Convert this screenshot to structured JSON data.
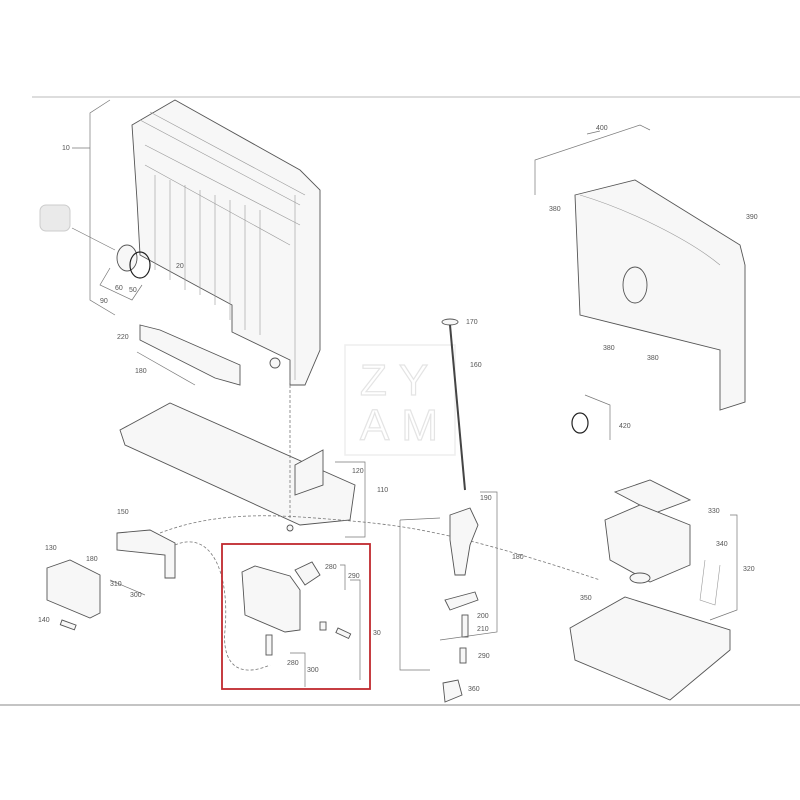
{
  "watermark": {
    "line1": "ZY",
    "line2": "AM"
  },
  "highlight_color": "#c0282d",
  "labels": {
    "l10": "10",
    "l20": "20",
    "l50": "50",
    "l60": "60",
    "l90": "90",
    "l220": "220",
    "l180a": "180",
    "l170": "170",
    "l160": "160",
    "l120": "120",
    "l110": "110",
    "l190": "190",
    "l180b": "180",
    "l150": "150",
    "l130": "130",
    "l180c": "180",
    "l310": "310",
    "l300a": "300",
    "l140": "140",
    "l280a": "280",
    "l290a": "290",
    "l30": "30",
    "l280b": "280",
    "l300b": "300",
    "l200": "200",
    "l210": "210",
    "l290b": "290",
    "l360": "360",
    "l400": "400",
    "l380a": "380",
    "l390": "390",
    "l380b": "380",
    "l380c": "380",
    "l420": "420",
    "l330": "330",
    "l340": "340",
    "l320": "320",
    "l350": "350"
  }
}
